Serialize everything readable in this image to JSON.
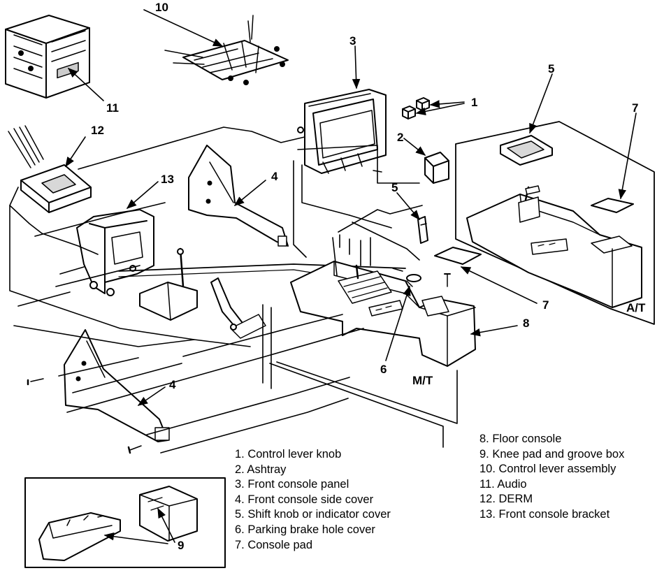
{
  "callouts": {
    "c1": "1",
    "c2": "2",
    "c3": "3",
    "c4a": "4",
    "c4b": "4",
    "c5a": "5",
    "c5b": "5",
    "c6": "6",
    "c7a": "7",
    "c7b": "7",
    "c8": "8",
    "c9": "9",
    "c10": "10",
    "c11": "11",
    "c12": "12",
    "c13": "13"
  },
  "variants": {
    "automatic": "A/T",
    "manual": "M/T"
  },
  "legend": {
    "left": [
      "1. Control lever knob",
      "2. Ashtray",
      "3. Front console panel",
      "4. Front console side cover",
      "5. Shift knob or indicator cover",
      "6. Parking brake hole cover",
      "7. Console pad"
    ],
    "right": [
      "8. Floor console",
      "9. Knee pad and groove box",
      "10. Control lever assembly",
      "11. Audio",
      "12. DERM",
      "13. Front console bracket"
    ]
  },
  "colors": {
    "ink": "#000000",
    "paper": "#ffffff",
    "panel": "#d8d8d8"
  }
}
